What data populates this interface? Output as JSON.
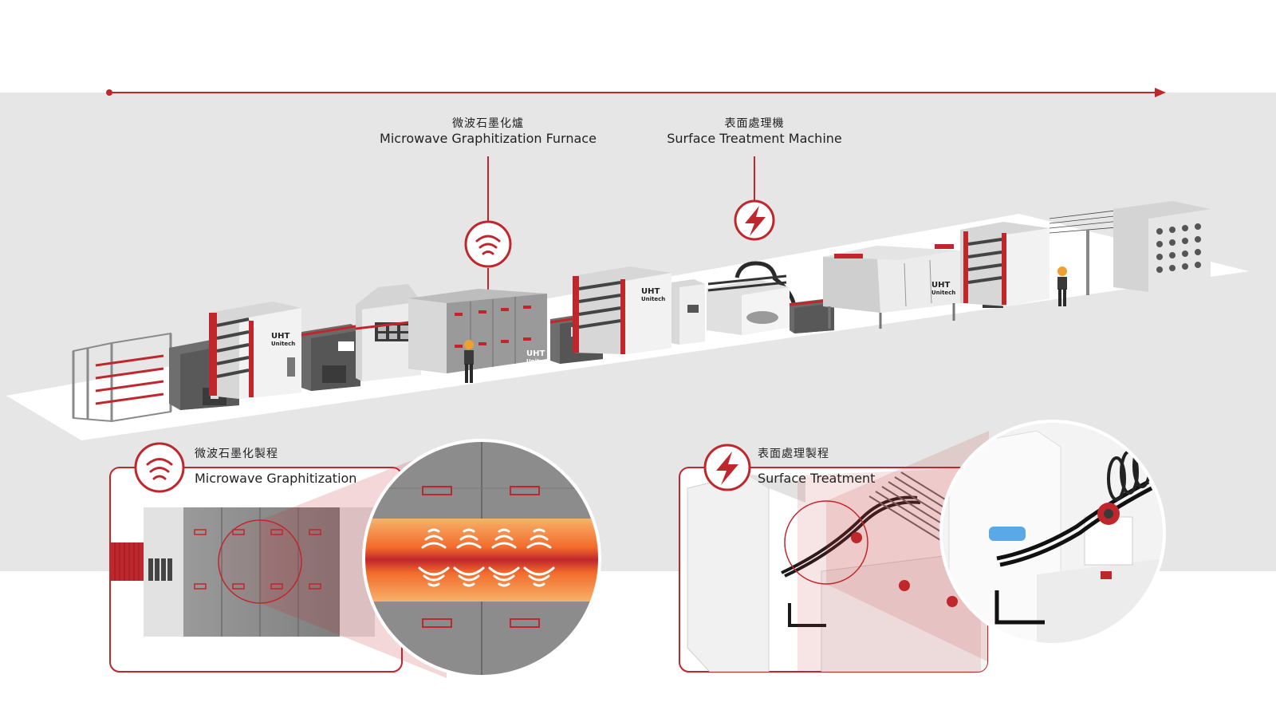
{
  "process_line": {
    "stations": [
      {
        "zh": "微波石墨化爐",
        "en": "Microwave Graphitization Furnace",
        "icon": "microwave-waves-icon"
      },
      {
        "zh": "表面處理機",
        "en": "Surface Treatment Machine",
        "icon": "lightning-bolt-icon"
      }
    ]
  },
  "machine_badges": [
    {
      "brand": "UHT",
      "sub": "Unitech"
    },
    {
      "brand": "UHT",
      "sub": "Unitech"
    },
    {
      "brand": "UHT",
      "sub": "Unitech"
    },
    {
      "brand": "UHT",
      "sub": "Unitech"
    }
  ],
  "detail_panels": [
    {
      "zh": "微波石墨化製程",
      "en": "Microwave Graphitization",
      "icon": "microwave-waves-icon"
    },
    {
      "zh": "表面處理製程",
      "en": "Surface Treatment",
      "icon": "lightning-bolt-icon"
    }
  ],
  "colors": {
    "accent_red": "#c0272d",
    "background_band": "#e6e6e6",
    "heat_orange": "#f26a2b"
  }
}
